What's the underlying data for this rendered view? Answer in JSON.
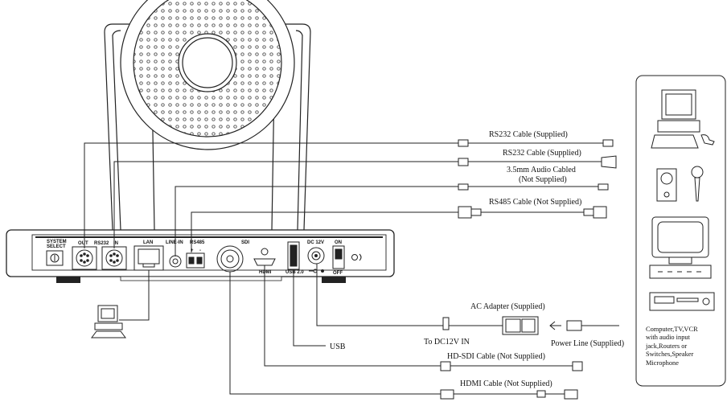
{
  "camera_ports": {
    "system_select": [
      "SYSTEM",
      "SELECT"
    ],
    "out": "OUT",
    "rs232": "RS232",
    "in": "IN",
    "lan": "LAN",
    "line_in": "LINE-IN",
    "rs485": "RS485",
    "rs485_plus": "+",
    "rs485_minus": "-",
    "sdi": "SDI",
    "hdmi": "HDMI",
    "usb": "USB 2.0",
    "dc12v": "DC 12V",
    "on": "ON",
    "off": "OFF"
  },
  "cables": {
    "rs232_a": "RS232 Cable (Supplied)",
    "rs232_b": "RS232 Cable (Supplied)",
    "audio_line1": "3.5mm Audio Cabled",
    "audio_line2": "(Not Supplied)",
    "rs485": "RS485 Cable (Not Supplied)",
    "ac_adapter": "AC Adapter (Supplied)",
    "to_dc": "To DC12V IN",
    "power_line": "Power Line (Supplied)",
    "usb": "USB",
    "hdsdi": "HD-SDI Cable (Not Supplied)",
    "hdmi": "HDMI Cable (Not Supplied)"
  },
  "side_panel": {
    "lines": [
      "Computer,TV,VCR",
      "with audio input",
      "jack,Routers or",
      "Switches,Speaker",
      "Microphone"
    ]
  }
}
